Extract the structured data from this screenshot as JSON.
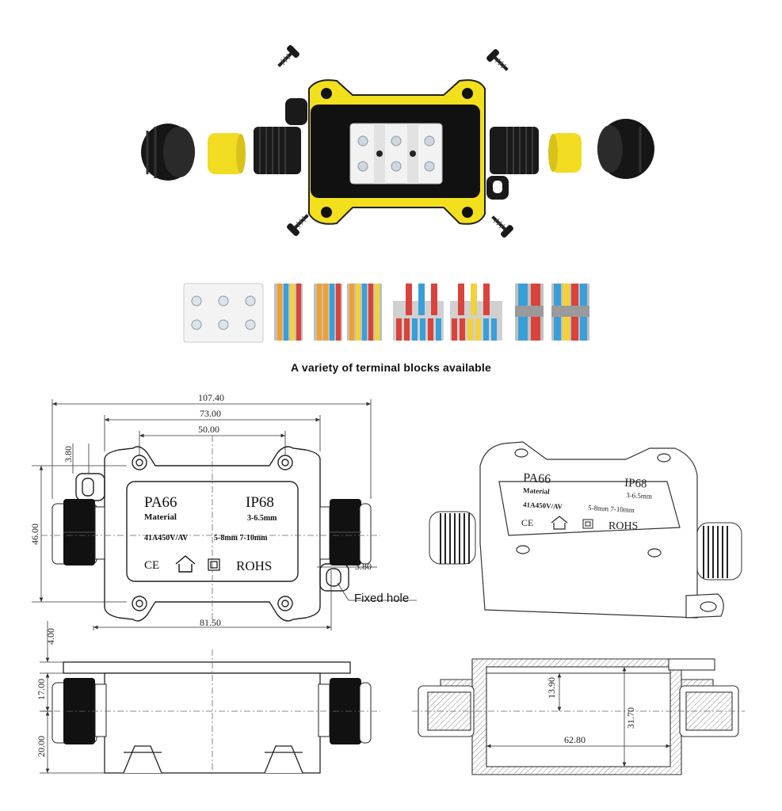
{
  "caption": "A variety of terminal blocks available",
  "callout": "Fixed hole",
  "colors": {
    "housing_yellow": "#f3e01c",
    "housing_black": "#111111",
    "seal_yellow": "#f1dc22",
    "terminal_white": "#f2f2f2",
    "wire_red": "#d9433c",
    "wire_blue": "#3a9fd8",
    "wire_orange": "#f0a030",
    "wire_yellow": "#f2d23a"
  },
  "label_plate": {
    "material": "PA66",
    "material_sub": "Material",
    "rating": "IP68",
    "range1": "3-6.5mm",
    "electrical": "41A450V/AV",
    "range2": "5-8mm 7-10mm",
    "ce": "CE",
    "rohs": "ROHS"
  },
  "dimensions": {
    "overall_length": "107.40",
    "body_length": "73.00",
    "hole_spacing": "50.00",
    "flange_offset": "3.80",
    "width": "46.00",
    "fixed_hole_dia": "3.80",
    "base_length": "81.50",
    "flange_thickness": "4.00",
    "upper_height": "17.00",
    "lower_height": "20.00",
    "inner_depth": "13.90",
    "inner_length": "62.80",
    "total_height": "31.70"
  }
}
